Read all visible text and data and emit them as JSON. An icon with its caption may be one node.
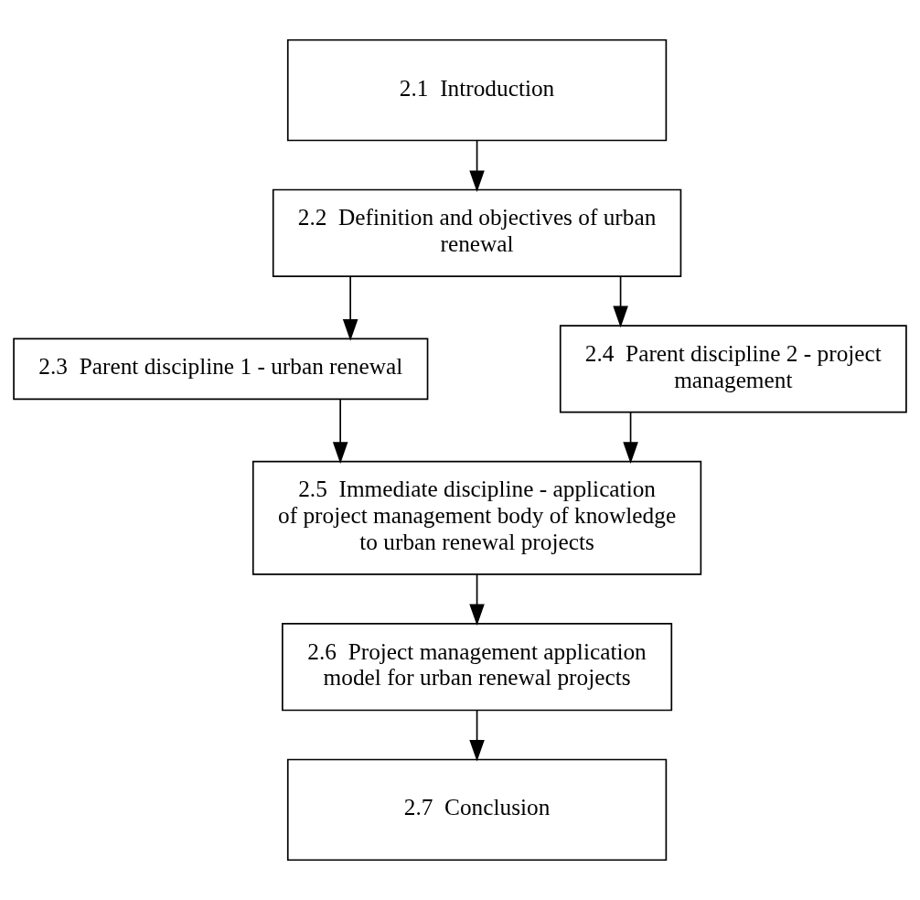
{
  "diagram": {
    "nodes": [
      {
        "text": [
          "2.1  Introduction"
        ]
      },
      {
        "text": [
          "2.2  Definition and objectives of urban renewal"
        ]
      },
      {
        "text": [
          "2.3  Parent discipline 1 - urban renewal"
        ]
      },
      {
        "text": [
          "2.4  Parent discipline 2 - project management"
        ]
      },
      {
        "text": [
          "2.5  Immediate discipline - application of project management body of knowledge to urban renewal projects"
        ]
      },
      {
        "text": [
          "2.6  Project management application model for urban renewal projects"
        ]
      },
      {
        "text": [
          "2.7  Conclusion"
        ]
      }
    ],
    "edges": [
      {
        "from": 0,
        "to": 1,
        "arrow": "to"
      },
      {
        "from": 1,
        "to": 2,
        "arrow": "to"
      },
      {
        "from": 1,
        "to": 3,
        "arrow": "to"
      },
      {
        "from": 2,
        "to": 4,
        "arrow": "to"
      },
      {
        "from": 3,
        "to": 4,
        "arrow": "to"
      },
      {
        "from": 4,
        "to": 5,
        "arrow": "to"
      },
      {
        "from": 5,
        "to": 6,
        "arrow": "to"
      }
    ]
  }
}
